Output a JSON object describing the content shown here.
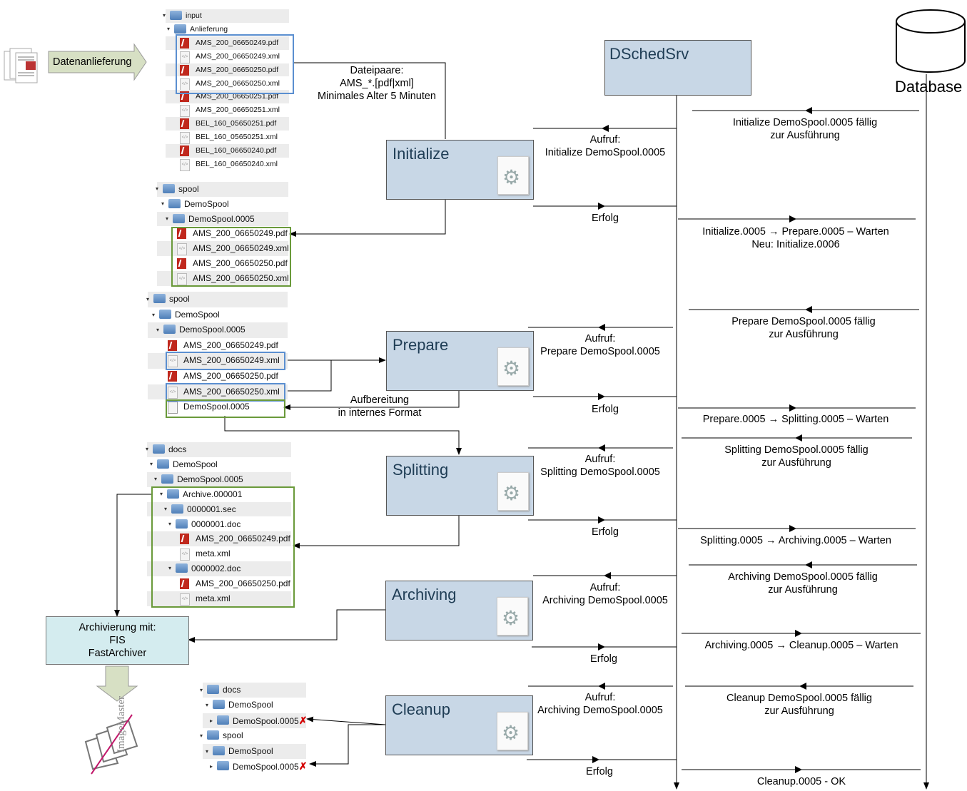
{
  "database_label": "Database",
  "service": {
    "name": "DSchedSrv"
  },
  "delivery_label": "Datenanlieferung",
  "processes": [
    {
      "name": "Initialize"
    },
    {
      "name": "Prepare"
    },
    {
      "name": "Splitting"
    },
    {
      "name": "Archiving"
    },
    {
      "name": "Cleanup"
    }
  ],
  "notes": {
    "dateipaare": [
      "Dateipaare:",
      "AMS_*.[pdf|xml]",
      "Minimales Alter 5 Minuten"
    ],
    "aufbereitung": [
      "Aufbereitung",
      "in internes Format"
    ],
    "archivierung": [
      "Archivierung mit:",
      "FIS",
      "FastArchiver"
    ]
  },
  "calls": [
    [
      "Aufruf:",
      "Initialize DemoSpool.0005"
    ],
    [
      "Aufruf:",
      "Prepare DemoSpool.0005"
    ],
    [
      "Aufruf:",
      "Splitting DemoSpool.0005"
    ],
    [
      "Aufruf:",
      "Archiving DemoSpool.0005"
    ],
    [
      "Aufruf:",
      "Archiving DemoSpool.0005"
    ]
  ],
  "success_label": "Erfolg",
  "db_due": [
    [
      "Initialize DemoSpool.0005 fällig",
      "zur Ausführung"
    ],
    [
      "Prepare DemoSpool.0005 fällig",
      "zur Ausführung"
    ],
    [
      "Splitting DemoSpool.0005 fällig",
      "zur Ausführung"
    ],
    [
      "Archiving DemoSpool.0005 fällig",
      "zur Ausführung"
    ],
    [
      "Cleanup DemoSpool.0005 fällig",
      "zur Ausführung"
    ]
  ],
  "db_status": [
    [
      "Initialize.0005 → Prepare.0005 – Warten",
      "Neu: Initialize.0006"
    ],
    [
      "Prepare.0005 → Splitting.0005 – Warten"
    ],
    [
      "Splitting.0005 → Archiving.0005 – Warten"
    ],
    [
      "Archiving.0005 → Cleanup.0005 – Warten"
    ],
    [
      "Cleanup.0005 - OK"
    ]
  ],
  "tree_input": [
    "input",
    "Anlieferung",
    "AMS_200_06650249.pdf",
    "AMS_200_06650249.xml",
    "AMS_200_06650250.pdf",
    "AMS_200_06650250.xml",
    "AMS_200_06650251.pdf",
    "AMS_200_06650251.xml",
    "BEL_160_05650251.pdf",
    "BEL_160_05650251.xml",
    "BEL_160_06650240.pdf",
    "BEL_160_06650240.xml"
  ],
  "tree_spool1": [
    "spool",
    "DemoSpool",
    "DemoSpool.0005",
    "AMS_200_06650249.pdf",
    "AMS_200_06650249.xml",
    "AMS_200_06650250.pdf",
    "AMS_200_06650250.xml"
  ],
  "tree_spool2": [
    "spool",
    "DemoSpool",
    "DemoSpool.0005",
    "AMS_200_06650249.pdf",
    "AMS_200_06650249.xml",
    "AMS_200_06650250.pdf",
    "AMS_200_06650250.xml",
    "DemoSpool.0005"
  ],
  "tree_docs": [
    "docs",
    "DemoSpool",
    "DemoSpool.0005",
    "Archive.000001",
    "0000001.sec",
    "0000001.doc",
    "AMS_200_06650249.pdf",
    "meta.xml",
    "0000002.doc",
    "AMS_200_06650250.pdf",
    "meta.xml"
  ],
  "tree_cleanup": [
    "docs",
    "DemoSpool",
    "DemoSpool.0005",
    "spool",
    "DemoSpool",
    "DemoSpool.0005"
  ],
  "logo_text": "ImageMaster",
  "colors": {
    "process_fill": "#c8d7e6",
    "note_fill": "#d4ecef",
    "blue_highlight": "#5b8fd0",
    "green_highlight": "#6a9a3a"
  }
}
